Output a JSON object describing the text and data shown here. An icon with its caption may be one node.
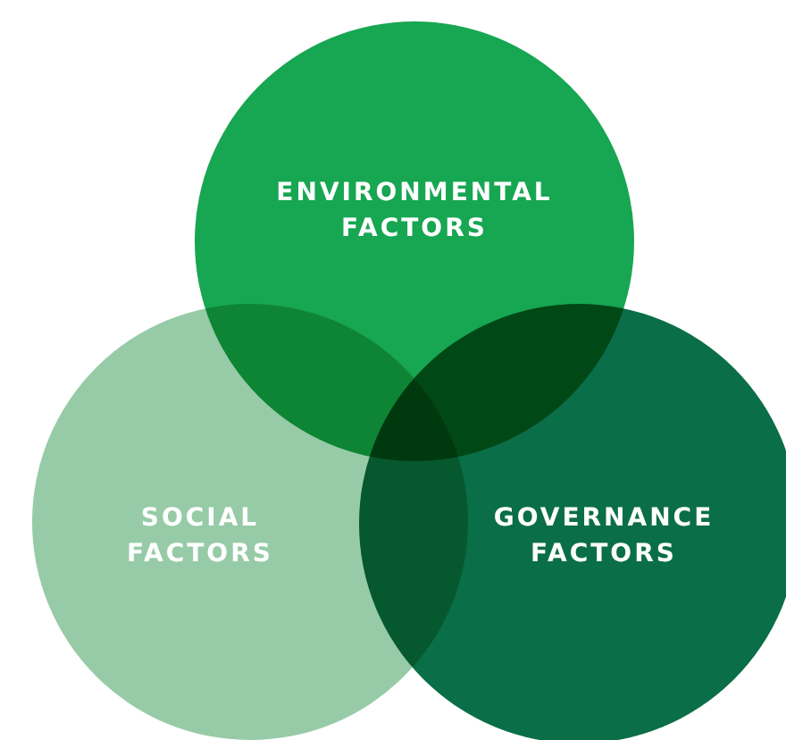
{
  "diagram": {
    "nodes": [
      {
        "text": [
          "ENVIRONMENTAL FACTORS"
        ]
      },
      {
        "text": [
          "SOCIAL FACTORS"
        ]
      },
      {
        "text": [
          "GOVERNANCE FACTORS"
        ]
      }
    ],
    "edges": []
  }
}
